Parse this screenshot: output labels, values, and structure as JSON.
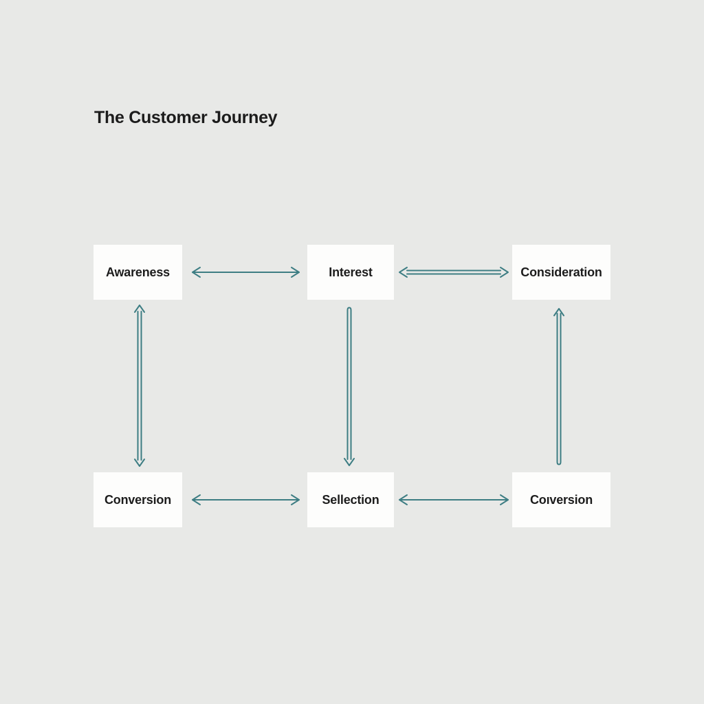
{
  "title": "The Customer Journey",
  "colors": {
    "background": "#e8e9e7",
    "box": "#fdfdfc",
    "text": "#1c1c1c",
    "arrow": "#3d7d83"
  },
  "nodes": [
    {
      "id": "awareness",
      "label": "Awareness"
    },
    {
      "id": "interest",
      "label": "Interest"
    },
    {
      "id": "consideration",
      "label": "Consideration"
    },
    {
      "id": "conversion-left",
      "label": "Conversion"
    },
    {
      "id": "selection",
      "label": "Sellection"
    },
    {
      "id": "conversion-right",
      "label": "Coıversion"
    }
  ],
  "edges": [
    {
      "from": "awareness",
      "to": "interest",
      "line": "single",
      "heads": "both"
    },
    {
      "from": "interest",
      "to": "consideration",
      "line": "double",
      "heads": "both"
    },
    {
      "from": "awareness",
      "to": "conversion-left",
      "line": "double",
      "heads": "both"
    },
    {
      "from": "interest",
      "to": "selection",
      "line": "hairpin",
      "heads": "down"
    },
    {
      "from": "conversion-right",
      "to": "consideration",
      "line": "hairpin",
      "heads": "up"
    },
    {
      "from": "conversion-left",
      "to": "selection",
      "line": "single",
      "heads": "both"
    },
    {
      "from": "selection",
      "to": "conversion-right",
      "line": "single",
      "heads": "both"
    }
  ]
}
